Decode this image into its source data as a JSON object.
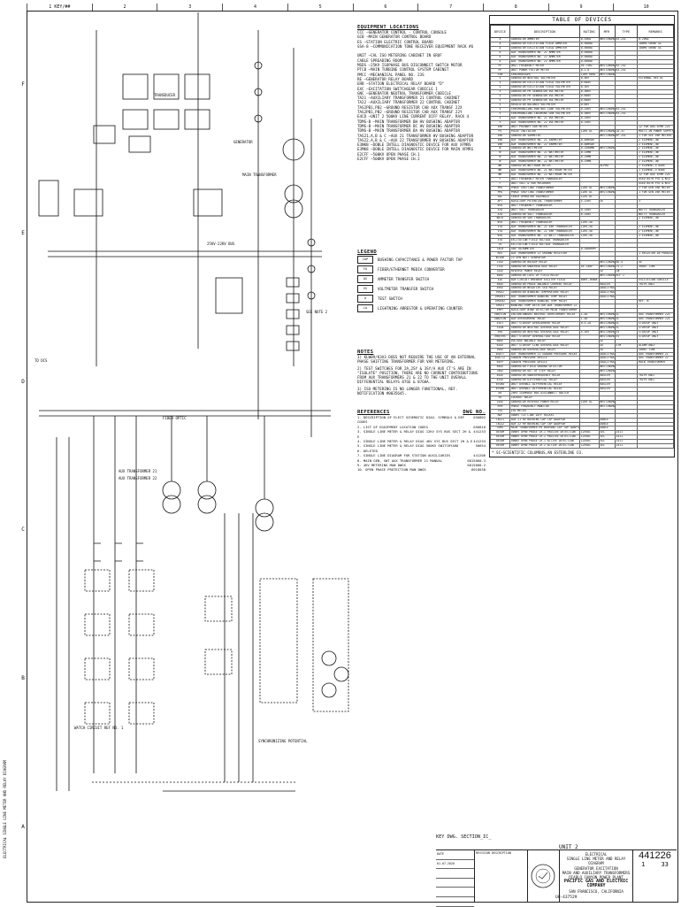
{
  "sheet": {
    "columns": [
      "1 KEY/##",
      "2",
      "3",
      "4",
      "5",
      "6",
      "7",
      "8",
      "9",
      "10"
    ],
    "rows": [
      "F",
      "E",
      "D",
      "C",
      "B",
      "A"
    ],
    "side_text": "ELECTRICAL SINGLE LINE METER AND RELAY DIAGRAM"
  },
  "equipment": {
    "heading": "EQUIPMENT LOCATIONS",
    "items": [
      "CCC —GENERATOR CONTROL - CONTROL CONSOLE",
      "GCB —MAIN GENERATOR CONTROL BOARD",
      "ES —STATION ELECTRIC CONTROL BOARD",
      "SSA-8 —COMMUNICATION TONE RECEIVER EQUIPMENT RACK #6",
      "",
      "UNIT —CAL ISO METERING CABINET IN GRUF",
      "      CABLE SPREADING ROOM",
      "MSDS —25KV ISOPHASE BUS DISCONNECT SWITCH MOTOR",
      "PTCB —MAIN TURBINE CONTROL SYSTEM CABINET",
      "PMCC —MECHANICAL PANEL NO. 23S",
      "RE —GENERATOR RELAY BOARD",
      "ERB —STATION ELECTRICAL RELAY BOARD \"D\"",
      "EXC —EXCITATION SWITCHGEAR CUBICLE 1",
      "GNC —GENERATOR NEUTRAL TRANSFORMER CUBICLE",
      "TA21 —AUXILIARY TRANSFORMER 21 CONTROL CABINET",
      "TA22 —AUXILIARY TRANSFORMER 22 CONTROL CABINET",
      "TAS2PB1,PB2 —GROUND RESISTOR CAB AUX TRANSF 22X",
      "TAS2PB1,PB2 —GROUND RESISTOR CAB AUX TRANSF 22Y",
      "E4CD —UNIT 2 500KV LINE CURRENT DIFF RELAY, RACK 4",
      "TDMS-B —MAIN TRANSFORMER BH HV BUSHING ADAPTOR",
      "TDMS-B —MAIN TRANSFORMER BC HV BUSHING ADAPTOR",
      "TDMS-B —MAIN TRANSFORMER BA HV BUSHING ADAPTOR",
      "TAS21,A,B & C —AUX 21 TRANSFORMER HV BUSHING ADAPTOR",
      "TAS22,A,B & C —AUX 22 TRANSFORMER HV BUSHING ADAPTOR",
      "E3NKB —DOBLE INTELL DIAGNOSTIC DEVICE FOR AUX XFMRS",
      "E3MK8 —DOBLE INTELL DIAGNOSTIC DEVICE FOR MAIN XFMRS",
      "E2CFF —500KV OPEN PHASE CH.1",
      "E2CFF —500KV OPEN PHASE CH.2"
    ]
  },
  "legend": {
    "heading": "LEGEND",
    "items": [
      {
        "sym": "CAP",
        "text": "BUSHING CAPACITANCE & POWER FACTOR TAP"
      },
      {
        "sym": "FO",
        "text": "FIBER/ETHERNET MEDIA CONVERTER"
      },
      {
        "sym": "AS",
        "text": "AMMETER TRANSFER SWITCH"
      },
      {
        "sym": "VS",
        "text": "VOLTMETER TRANSFER SWITCH"
      },
      {
        "sym": "o",
        "text": "TEST SWITCH"
      },
      {
        "sym": "LA",
        "text": "LIGHTNING ARRESTOR & OPERATING COUNTER"
      }
    ]
  },
  "notes": {
    "heading": "NOTES",
    "items": [
      "1) KLW09/K3A3 DOES NOT REQUIRE THE USE OF AN EXTERNAL PHASE SHIFTING TRANSFORMER FOR VAR METERING.",
      "2) TEST SWITCHES FOR 2A,2SY & 3SY/A AUX CT'S ARE IN \"ISOLATE\" POSITION, THERE ARE NO CURRENT CONTRIBUTIONS FROM AUX TRANSFORMERS 21 & 22 TO THE UNIT OVERALL DIFFERENTIAL RELAYS 87GE & 87GHA.",
      "3) ISO METERING IS NO LONGER FUNCTIONAL, REF. NOTIFICATION #0035645."
    ]
  },
  "references": {
    "heading": "REFERENCES",
    "dwg_heading": "DWG NO.",
    "items": [
      {
        "t": "1. DESCRIPTION OF ELECT SCHEMATIC DIAG. SYMBOLS & DEF CODES",
        "n": "050802"
      },
      {
        "t": "2. LIST OF EQUIPMENT LOCATION CODES",
        "n": "050810"
      },
      {
        "t": "3. SINGLE LINE METER & RELAY DIAG 12KV SYS BUS SECT 2H & E",
        "n": "441233"
      },
      {
        "t": "4. SINGLE LINE METER & RELAY DIAG 4KV SYS BUS SECT 2H & E",
        "n": "441233"
      },
      {
        "t": "5. SINGLE LINE METER & RELAY DIAG 500KV SWITCHYARD",
        "n": "50654"
      },
      {
        "t": "6. DELETED",
        "n": ""
      },
      {
        "t": "7. SINGLE LINE DIAGRAM FOR STATION AUXILIARIES",
        "n": "441206"
      },
      {
        "t": "8. MAIN GEN, SWT AUX TRANSFORMER 21 MANUAL",
        "n": "6015000-3"
      },
      {
        "t": "9. 4KV METERING MAN DWGS",
        "n": "6015000-2"
      },
      {
        "t": "10. OPEN PHASE PROTECTION MAN DWGS",
        "n": "6018038"
      }
    ]
  },
  "devices": {
    "title": "TABLE OF DEVICES",
    "headers": [
      "DEVICE",
      "DESCRIPTION",
      "RATING",
      "MFR",
      "TYPE",
      "REMARKS"
    ],
    "rows": [
      [
        "A",
        "GENERATOR AMMETER",
        "0-35KA",
        "WESTINGHOUSE",
        "KX-241",
        "0-25KA"
      ],
      [
        "A",
        "GENERATOR EXCITATION FIELD AMMETER",
        "0-5000A",
        "",
        "",
        "100MV SHUNT DC"
      ],
      [
        "A",
        "GENERATOR EXCITATION FIELD AMMETER",
        "0-5000A",
        "",
        "",
        "100MV SHUNT DC"
      ],
      [
        "A",
        "AUX TRANSFORMER NO. 21 AMMETER",
        "0-5000A",
        "",
        "",
        ""
      ],
      [
        "A",
        "AUX TRANSFORMER NO. 22 AMMETER",
        "0-5000A",
        "",
        "",
        ""
      ],
      [
        "A",
        "AUX TRANSFORMER NO. 22 AMMETER",
        "0-5000A",
        "",
        "",
        ""
      ],
      [
        "PF",
        "UNIT FREQUENCY METER",
        "55-75HZ",
        "WESTINGHOUSE",
        "KX-241",
        ""
      ],
      [
        "PF",
        "UNIT POWER FACTOR METER",
        "0-1.0",
        "WESTINGHOUSE",
        "KX-241",
        ""
      ],
      [
        "SYN",
        "SYNCHROSCOPE",
        "120V 60HZ",
        "WESTINGHOUSE",
        "",
        ""
      ],
      [
        "V",
        "GENERATOR NEUTRAL VOLTMETER",
        "0-5KV",
        "",
        "",
        "EXTERNAL RES DC"
      ],
      [
        "V",
        "GENERATOR EXCITATION FIELD VOLTMETER",
        "0-600V",
        "",
        "",
        ""
      ],
      [
        "V",
        "GENERATOR EXCITATION FIELD VOLTMETER",
        "0-1KV",
        "",
        "",
        ""
      ],
      [
        "V",
        "GENERATOR PH GENERATOR VOLTMETER",
        "0-30KV",
        "",
        "",
        ""
      ],
      [
        "V",
        "GENERATOR PH GENERATOR VOLTMETER",
        "0-600V",
        "",
        "",
        ""
      ],
      [
        "V",
        "GENERATOR PH GENERATOR VOLTMETER",
        "0-600V",
        "",
        "",
        ""
      ],
      [
        "V",
        "REGULATOR BALANCE VOLTMETER",
        "0-60V",
        "",
        "",
        ""
      ],
      [
        "V",
        "SYNCHRONIZING-RUN BUS LINE VOLTMETER",
        "0-15KV",
        "WESTINGHOUSE",
        "KX-241",
        ""
      ],
      [
        "V",
        "SYNCHRONIZING-INCOMING GEN VOLTMETER",
        "0-30KV",
        "WESTINGHOUSE",
        "KX-241",
        ""
      ],
      [
        "V",
        "AUX TRANSFORMER NO. 21 VOLTMETER",
        "0-15KV",
        "",
        "",
        ""
      ],
      [
        "V",
        "AUX TRANSFORMER NO. 22 VOLTMETER",
        "0-15KV",
        "",
        "",
        ""
      ],
      [
        "VAR",
        "UNIT PRIMARY VAR METER",
        "",
        "",
        "",
        "12 FOR AUX XFMR 22X"
      ],
      [
        "PS",
        "PULSE INITIATOR",
        "120V AC",
        "WESTINGHOUSE",
        "CD-31",
        "MULTI-IN POWER SUPPLY"
      ],
      [
        "VAR",
        "GENERATOR VARMETER",
        "",
        "WESTINGHOUSE",
        "KP-241",
        "1 FOR SEE VAR METERS"
      ],
      [
        "VAR",
        "AUX TRANSFORMER NO. 21 VARMETER",
        "0-40MVAR",
        "",
        "",
        "2 ELEMENT,3W"
      ],
      [
        "VAR",
        "AUX TRANSFORMER NO. 22 VARMETER",
        "0-40MVAR",
        "",
        "",
        "2 ELEMENT,3W"
      ],
      [
        "W",
        "GENERATOR WATTMETER",
        "0-1500MW",
        "WESTINGHOUSE",
        "",
        "2 ELEMENT,3W"
      ],
      [
        "W",
        "AUX TRANSFORMER NO. 21 WATTMETER",
        "0-25MW",
        "",
        "",
        "2 ELEMENT,3W"
      ],
      [
        "W",
        "AUX TRANSFORMER NO. 22 WATTMETER",
        "0-25MW",
        "",
        "",
        "2 ELEMENT,3W"
      ],
      [
        "W",
        "AUX TRANSFORMER NO. 22 WATTMETER",
        "0-25MW",
        "",
        "",
        "2 ELEMENT,3W"
      ],
      [
        "WH",
        "GENERATOR WATTHOUR METER",
        "",
        "ALPHA",
        "",
        "2 ELEMENT,4 WIRE"
      ],
      [
        "WH",
        "AUX TRANSFORMER NO. 21 WATTHOUR METER",
        "",
        "",
        "",
        "2 ELEMENT,4 WIRE"
      ],
      [
        "WH",
        "AUX TRANSFORMER NO. 22 WATTHOUR METER",
        "",
        "",
        "",
        "12 FOR AUX XFMR 22X"
      ],
      [
        "F",
        "UNIT FREQUENCY METER TRANSDUCER",
        "",
        "",
        "",
        "USED WITH PTD & WTD"
      ],
      [
        "F",
        "UNIT VOLT & VAR RECORDER",
        "",
        "",
        "",
        "USED WITH PTD & WTD"
      ],
      [
        "PHS",
        "PHASE SHIFTING TRANSFORMER",
        "120V AC",
        "WESTINGHOUSE",
        "",
        "1 FOR GEN VAR METER"
      ],
      [
        "PHS",
        "PHASE SHIFTING TRANSFORMER",
        "120V AC",
        "WESTINGHOUSE",
        "",
        "1 FOR GEN VAR METER"
      ],
      [
        "SOL",
        "SYNCH OPERATOR SOLENOID",
        "125V DC",
        "",
        "",
        ""
      ],
      [
        "APT",
        "AUXILIARY POTENTIAL TRANSFORMER",
        "5-120V",
        "GE",
        "",
        "3"
      ],
      [
        "WTD",
        "UNIT FREQUENCY TRANSDUCER",
        "",
        "",
        "",
        ""
      ],
      [
        "ATD",
        "UNIT VOLT TRANSDUCER",
        "0-150V",
        "",
        "",
        "WATTS TRANSDUCER"
      ],
      [
        "ATD",
        "GENERATOR VOLT TRANSDUCER",
        "0-150V",
        "",
        "",
        "WATTS TRANSDUCER"
      ],
      [
        "WATD",
        "GENERATOR VAR TRANSDUCER",
        "",
        "",
        "",
        "2 ELEMENT,3W"
      ],
      [
        "WTD",
        "UNIT FREQUENCY TRANSDUCER",
        "120V,5A",
        "",
        "",
        ""
      ],
      [
        "VTD",
        "AUX TRANSFORMER NO. 21 VAR TRANSDUCER",
        "120V,5A",
        "",
        "",
        "2 ELEMENT,3W"
      ],
      [
        "VTD",
        "AUX TRANSFORMER NO. 22 VAR TRANSDUCER",
        "120V,5A",
        "",
        "",
        "2 ELEMENT,3W"
      ],
      [
        "WTD",
        "AUX TRANSFORMER NO. 22 WATT TRANSDUCER",
        "120V,5A",
        "",
        "",
        "2 ELEMENT,3W"
      ],
      [
        "ETD",
        "EXCITATION FIELD VOLTAGE TRANSDUCER",
        "",
        "",
        "",
        ""
      ],
      [
        "TD",
        "EXCITATION FIELD VOLTAGE TRANSDUCER",
        "",
        "",
        "",
        ""
      ],
      [
        "TACH",
        "GEN TACHOMETER",
        "0-2000RPM",
        "",
        "",
        ""
      ],
      [
        "RES",
        "AUX TRANSFORMER 21 GROUND RESISTOR",
        "",
        "",
        "",
        "1 RESISTOR IN PARALLEL"
      ],
      [
        "W/VAR",
        "TD GEN WATT GENERATOR",
        "",
        "",
        "",
        ""
      ],
      [
        "21GE",
        "GENERATOR BACKUP RELAY",
        "",
        "WESTINGHOUSE",
        "KD-4",
        "GE"
      ],
      [
        "27GE",
        "GENERATOR UNDERVOLTAGE RELAY",
        "55-140V",
        "WESTINGHOUSE",
        "CV-2",
        "SHORT TIME"
      ],
      [
        "32GE",
        "REVERSE POWER RELAY",
        "",
        "GE",
        "CW",
        ""
      ],
      [
        "40GE",
        "GENERATOR LOSS OF FIELD RELAY",
        "",
        "WESTINGHOUSE",
        "KLF-1",
        ""
      ],
      [
        "41E",
        "AUX CIRCUIT BREAKER EXCITER FIELD",
        "600V,1600A",
        "",
        "",
        "EXCITATION CUBICLE"
      ],
      [
        "46GE",
        "GENERATOR PHASE BALANCE CURRENT RELAY",
        "",
        "BASLER",
        "",
        "TRIPS UNIT"
      ],
      [
        "49GE",
        "GENERATOR NEGATIVE SEQ RELAY",
        "",
        "QUALITROL",
        "",
        ""
      ],
      [
        "49GE2",
        "GENERATOR WINDING TEMPERATURE RELAY",
        "",
        "QUALITROL",
        "",
        ""
      ],
      [
        "49GEB1",
        "AUX TRANSFORMER WINDING TEMP RELAY",
        "",
        "QUALITROL",
        "",
        ""
      ],
      [
        "49GEB2",
        "AUX TRANSFORMER WINDING TEMP RELAY",
        "",
        "",
        "",
        "REF. N"
      ],
      [
        "49GE3",
        "WINDING TEMP DETECTOR AUX TRANSFORMER 22",
        "",
        "",
        "",
        ""
      ],
      [
        "49MT",
        "AUXILIARY WIND DETECTOR MAIN TRANSFORMER",
        "",
        "",
        "",
        ""
      ],
      [
        "50N/51N",
        "INSTANTANEOUS NEUTRAL OVERCURRENT RELAY",
        "1-4A",
        "WESTINGHOUSE",
        "SC",
        "AUX TRANSFORMER 22X"
      ],
      [
        "50N/51N",
        "AUX OVERCURRENT RELAY",
        "1-4A",
        "WESTINGHOUSE",
        "SC",
        "AUX TRANSFORMER 22X"
      ],
      [
        "51GT",
        "UNIT STARTUP OVERCURRENT RELAY",
        "0.5-2A",
        "WESTINGHOUSE",
        "SC",
        "STARTUP ONLY"
      ],
      [
        "51GN",
        "GENERATOR NEUTRAL OVERVOLTAGE RELAY",
        "",
        "WESTINGHOUSE",
        "SC",
        "STARTUP ONLY"
      ],
      [
        "59G",
        "GENERATOR NEUTRAL OVERVOLTAGE RELAY",
        "5-16V",
        "WESTINGHOUSE",
        "SV",
        "STARTUP ONLY"
      ],
      [
        "59N/59S",
        "UNIT STARTUP OVERVOLTAGE RELAY",
        "",
        "WESTINGHOUSE",
        "SV",
        "STARTUP ONLY"
      ],
      [
        "60GE",
        "VOLTAGE BALANCE RELAY",
        "",
        "GE",
        "",
        ""
      ],
      [
        "62GE",
        "UNIT STARTUP LINE OVERVOLTAGE RELAY",
        "",
        "GE",
        "STM",
        "ALARM ONLY"
      ],
      [
        "59GE",
        "GENERATOR OVERVOLTAGE RELAY",
        "",
        "GE",
        "",
        "SHORT TIME"
      ],
      [
        "63ATT",
        "AUX TRANSFORMER 21 SUDDEN PRESSURE RELAY",
        "",
        "QUALITROL",
        "",
        "AUX TRANSFORMER 21"
      ],
      [
        "63ATT2",
        "SUDDEN PRESSURE DEVICE",
        "",
        "QUALITROL",
        "",
        "AUX TRANSFORMER 22"
      ],
      [
        "63FP",
        "SUDDEN PRESSURE DEVICE",
        "",
        "QUALITROL",
        "",
        "MAIN TRANSFORMER"
      ],
      [
        "64GE",
        "GENERATOR FIELD GROUND DETECTOR",
        "",
        "WESTINGHOUSE",
        "",
        ""
      ],
      [
        "78GE",
        "GENERATOR OUT OF STEP RELAY",
        "",
        "WESTINGHOUSE",
        "",
        ""
      ],
      [
        "81GE",
        "GENERATOR UNDERFREQUENCY RELAY",
        "",
        "BASLER",
        "",
        "TRIPS UNIT"
      ],
      [
        "87GE",
        "GENERATOR DIFFERENTIAL RELAY",
        "",
        "BASLER",
        "",
        "TRIPS UNIT"
      ],
      [
        "87GHA",
        "UNIT OVERALL DIFFERENTIAL RELAY",
        "",
        "BASLER",
        "",
        ""
      ],
      [
        "87GHB",
        "UNIT OVERALL DIFFERENTIAL RELAY",
        "",
        "BASLER",
        "",
        ""
      ],
      [
        "89",
        "25KV ISOPHASE BUS DISCONNECT SWITCH",
        "",
        "",
        "",
        ""
      ],
      [
        "94",
        "LOCKOUT RELAY",
        "",
        "",
        "",
        ""
      ],
      [
        "32GE",
        "GENERATOR REVERSE POWER RELAY",
        "120V AC",
        "WESTINGHOUSE",
        "",
        ""
      ],
      [
        "RFM",
        "PHASE FREQUENCY MONITOR",
        "",
        "WESTINGHOUSE",
        "",
        ""
      ],
      [
        "TSG",
        "ISO METER",
        "",
        "",
        "",
        ""
      ],
      [
        "RDF",
        "500KV TIE LINE DIFF RELAYS",
        "",
        "",
        "",
        ""
      ],
      [
        "TAS21",
        "AUX 21 HV BUSHING CAP TAP ADAPTOR",
        "",
        "DOBLE",
        "",
        ""
      ],
      [
        "TAS22",
        "AUX 22 HV BUSHING CAP TAP ADAPTOR",
        "",
        "DOBLE",
        "",
        ""
      ],
      [
        "TDMS",
        "MAIN TRANSFORMER HV BUSHING CAP TAP ADAPTOR",
        "",
        "DOBLE",
        "",
        ""
      ],
      [
        "46TDM",
        "500KV OPEN PHASE CH.1 PASSIVE DETECTION",
        "125VDC",
        "SEL",
        "2411",
        ""
      ],
      [
        "46TDM",
        "500KV OPEN PHASE CH.2 PASSIVE DETECTION",
        "125VDC",
        "SEL",
        "2411",
        ""
      ],
      [
        "46TDM",
        "500KV OPEN PHASE CH.1 ACTIVE DETECTION",
        "125VDC",
        "SEL",
        "2411",
        ""
      ],
      [
        "46TDM",
        "500KV OPEN PHASE CH.2 ACTIVE DETECTION",
        "125VDC",
        "SEL",
        "2411",
        ""
      ]
    ],
    "footnote": "* SC—SCIENTIFIC COLUMBUS,AN ESTERLINE CO."
  },
  "title_block": {
    "key_dwg": "KEY DWG. SECTION_IC_",
    "unit": "UNIT 2",
    "revisions": [
      "DATE",
      "01-07-2020",
      "",
      "",
      "",
      ""
    ],
    "rev_desc": "REVISION DESCRIPTION",
    "line1": "ELECTRICAL",
    "line2": "SINGLE LINE METER AND RELAY DIAGRAM",
    "line3": "GENERATOR EXCITATION",
    "line4": "MAIN AND AUXILIARY TRANSFORMERS",
    "company": "PACIFIC GAS AND ELECTRIC COMPANY",
    "city": "SAN FRANCISCO, CALIFORNIA",
    "plant": "DIABLO CANYON POWER PLANT",
    "drawing_no": "441226",
    "sheet": "1",
    "rev": "33",
    "dwg_bottom": "UH-437529"
  },
  "diagram_labels": {
    "gen": "25KV-22KV BUS",
    "main_xfmr": "MAIN TRANSFORMER",
    "aux21": "AUX TRANSFORMER 21",
    "aux22": "AUX TRANSFORMER 22",
    "generator": "GENERATOR",
    "fiber": "FIBER OPTIC",
    "to_dcs": "TO DCS",
    "see_note": "SEE NOTE 2",
    "sync": "SYNCHRONIZING POTENTIAL",
    "transducer": "TRANSDUCER",
    "watch": "WATCH CIRCUIT REF NO. 1"
  }
}
